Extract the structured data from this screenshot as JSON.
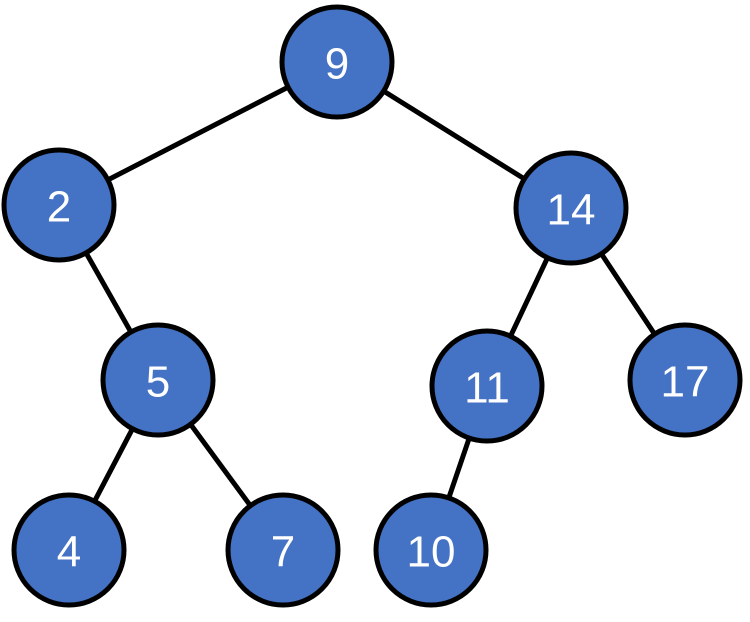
{
  "colors": {
    "node_fill": "#4472C4",
    "node_stroke": "#000000",
    "edge": "#000000",
    "label": "#ffffff"
  },
  "tree": {
    "nodes": [
      {
        "id": "n9",
        "label": "9"
      },
      {
        "id": "n2",
        "label": "2"
      },
      {
        "id": "n14",
        "label": "14"
      },
      {
        "id": "n5",
        "label": "5"
      },
      {
        "id": "n11",
        "label": "11"
      },
      {
        "id": "n17",
        "label": "17"
      },
      {
        "id": "n4",
        "label": "4"
      },
      {
        "id": "n7",
        "label": "7"
      },
      {
        "id": "n10",
        "label": "10"
      }
    ],
    "edges": [
      {
        "from": "n9",
        "to": "n2"
      },
      {
        "from": "n9",
        "to": "n14"
      },
      {
        "from": "n2",
        "to": "n5"
      },
      {
        "from": "n5",
        "to": "n4"
      },
      {
        "from": "n5",
        "to": "n7"
      },
      {
        "from": "n14",
        "to": "n11"
      },
      {
        "from": "n14",
        "to": "n17"
      },
      {
        "from": "n11",
        "to": "n10"
      }
    ]
  }
}
